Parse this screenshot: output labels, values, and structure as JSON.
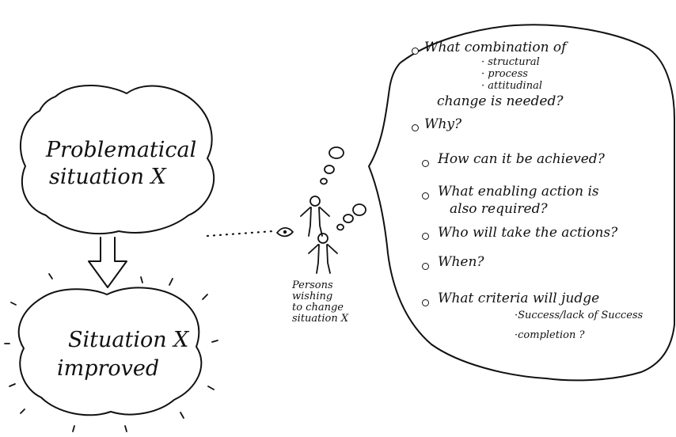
{
  "left": {
    "problem": {
      "line1": "Problematical",
      "line2": "situation X"
    },
    "improved": {
      "line1": "Situation X",
      "line2": "improved"
    }
  },
  "persons_caption": [
    "Persons",
    "wishing",
    "to change",
    "situation X"
  ],
  "questions": {
    "q1": "What combination of",
    "q1_subitems": [
      "· structural",
      "· process",
      "· attitudinal"
    ],
    "q1_tail": "change is needed?",
    "q2": "Why?",
    "q3": "How can it be achieved?",
    "q4_line1": "What enabling action is",
    "q4_line2": "also required?",
    "q5": "Who will take the actions?",
    "q6": "When?",
    "q7": "What criteria will judge",
    "q7_subitems": [
      "·Success/lack of Success",
      "·completion ?"
    ]
  }
}
